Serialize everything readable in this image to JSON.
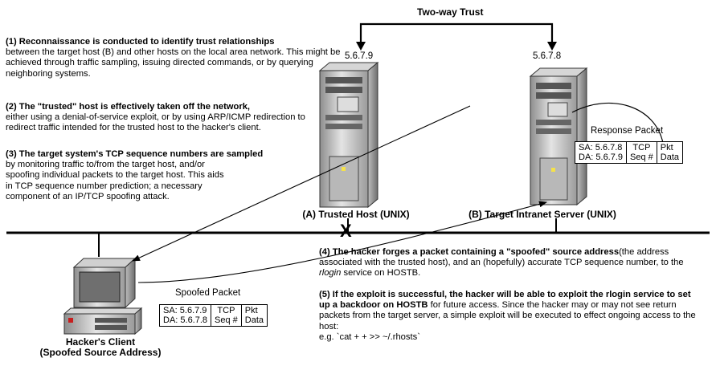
{
  "trust_label": "Two-way Trust",
  "hosts": {
    "trusted": {
      "ip": "5.6.7.9",
      "label": "(A) Trusted Host (UNIX)"
    },
    "target": {
      "ip": "5.6.7.8",
      "label": "(B) Target Intranet Server (UNIX)"
    },
    "hacker": {
      "label_line1": "Hacker's Client",
      "label_line2": "(Spoofed Source Address)"
    }
  },
  "steps": {
    "s1": {
      "bold": "(1) Reconnaissance is conducted to identify trust relationships",
      "text": "between the target host (B) and other hosts on the local area network. This might be achieved through traffic sampling, issuing directed commands, or by querying neighboring systems."
    },
    "s2": {
      "bold": "(2) The \"trusted\" host is effectively taken off the network,",
      "text": "either using a denial-of-service exploit, or by using ARP/ICMP redirection to redirect traffic intended for the trusted host to the hacker's client."
    },
    "s3": {
      "bold": "(3) The target system's TCP sequence numbers are sampled",
      "text": "by monitoring traffic to/from the target host, and/or spoofing individual packets to the target host. This aids in TCP sequence number prediction; a necessary component of an IP/TCP spoofing attack."
    },
    "s4": {
      "bold": "(4) The hacker forges a packet containing a \"spoofed\" source address",
      "text1": "(the address associated with the trusted host), and an (hopefully) accurate TCP sequence number, to the ",
      "italic": "rlogin",
      "text2": " service on HOSTB."
    },
    "s5": {
      "bold": "(5) If the exploit is successful, the hacker will be able to exploit the rlogin service to set up a backdoor on HOSTB",
      "text": " for future access. Since the hacker may or may not see return packets from the target server, a simple exploit will be executed to effect ongoing access to the host:",
      "example": "e.g.  `cat + + >> ~/.rhosts`"
    }
  },
  "response_packet": {
    "title": "Response Packet",
    "sa": "SA: 5.6.7.8",
    "da": "DA: 5.6.7.9",
    "tcp": "TCP",
    "seq": "Seq #",
    "pkt": "Pkt",
    "data": "Data"
  },
  "spoofed_packet": {
    "title": "Spoofed Packet",
    "sa": "SA: 5.6.7.9",
    "da": "DA: 5.6.7.8",
    "tcp": "TCP",
    "seq": "Seq #",
    "pkt": "Pkt",
    "data": "Data"
  },
  "break_mark": "X"
}
